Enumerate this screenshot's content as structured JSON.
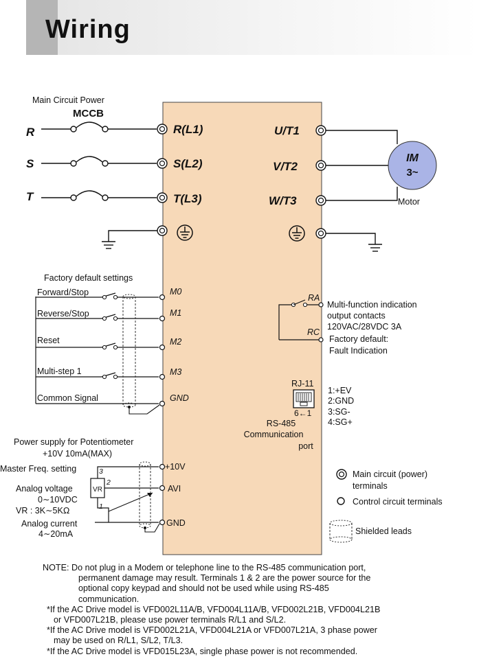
{
  "title": "Wiring",
  "main_circuit": {
    "power_label": "Main Circuit Power",
    "mccb_label": "MCCB",
    "phases": [
      "R",
      "S",
      "T"
    ],
    "input_terminals": [
      "R(L1)",
      "S(L2)",
      "T(L3)"
    ],
    "output_terminals": [
      "U/T1",
      "V/T2",
      "W/T3"
    ],
    "motor_line1": "IM",
    "motor_line2": "3~",
    "motor_label": "Motor"
  },
  "digital_inputs": {
    "header": "Factory default settings",
    "items": [
      "Forward/Stop",
      "Reverse/Stop",
      "Reset",
      "Multi-step 1",
      "Common Signal"
    ],
    "terminals": [
      "M0",
      "M1",
      "M2",
      "M3",
      "GND"
    ]
  },
  "relay": {
    "ra": "RA",
    "rc": "RC",
    "desc": [
      "Multi-function indication",
      "output contacts",
      "120VAC/28VDC 3A"
    ],
    "default": [
      "Factory default:",
      "Fault Indication"
    ]
  },
  "rs485": {
    "connector": "RJ-11",
    "pins_label": "6←1",
    "pins": [
      "1:+EV",
      "2:GND",
      "3:SG-",
      "4:SG+"
    ],
    "name": [
      "RS-485",
      "Communication",
      "port"
    ]
  },
  "analog": {
    "supply": [
      "Power supply for Potentiometer",
      "+10V 10mA(MAX)"
    ],
    "master": "Master Freq. setting",
    "voltage": [
      "Analog voltage",
      "0∼10VDC",
      "VR : 3K∼5KΩ"
    ],
    "current": [
      "Analog current",
      "4∼20mA"
    ],
    "vr": "VR",
    "pins": [
      "3",
      "2",
      "1"
    ],
    "terminals": [
      "+10V",
      "AVI",
      "GND"
    ]
  },
  "legend": {
    "main": [
      "Main circuit (power)",
      "terminals"
    ],
    "control": "Control circuit terminals",
    "shield": "Shielded leads"
  },
  "notes": [
    "NOTE: Do not plug in a Modem or telephone line to the RS-485 communication port,",
    "permanent damage may result. Terminals 1 & 2 are the power source for the",
    "optional copy keypad and should not be used while using RS-485",
    "communication.",
    "*If the AC Drive model is VFD002L11A/B, VFD004L11A/B, VFD002L21B, VFD004L21B",
    "or VFD007L21B, please use power terminals R/L1 and S/L2.",
    "*If the AC Drive model is VFD002L21A, VFD004L21A or VFD007L21A, 3 phase power",
    "may be used on R/L1, S/L2, T/L3.",
    "*If the AC Drive model is VFD015L23A, single phase power is not recommended."
  ],
  "colors": {
    "drive_box": "#f7d9b8",
    "motor": "#aab4e6",
    "header_block": "#b5b5b5"
  }
}
